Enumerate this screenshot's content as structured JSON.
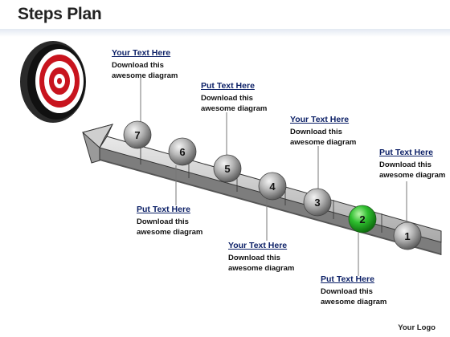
{
  "title": "Steps Plan",
  "logo": "Your Logo",
  "steps": [
    {
      "number": "1",
      "highlighted": false
    },
    {
      "number": "2",
      "highlighted": true
    },
    {
      "number": "3",
      "highlighted": false
    },
    {
      "number": "4",
      "highlighted": false
    },
    {
      "number": "5",
      "highlighted": false
    },
    {
      "number": "6",
      "highlighted": false
    },
    {
      "number": "7",
      "highlighted": false
    }
  ],
  "callouts": [
    {
      "heading": "Your Text Here",
      "body": "Download this awesome diagram"
    },
    {
      "heading": "Put Text Here",
      "body": "Download this awesome diagram"
    },
    {
      "heading": "Your Text Here",
      "body": "Download this awesome diagram"
    },
    {
      "heading": "Put Text Here",
      "body": "Download this awesome diagram"
    },
    {
      "heading": "Put Text Here",
      "body": "Download this awesome diagram"
    },
    {
      "heading": "Your Text Here",
      "body": "Download this awesome diagram"
    },
    {
      "heading": "Put Text Here",
      "body": "Download this awesome diagram"
    }
  ],
  "colors": {
    "heading": "#0b1f66",
    "highlight": "#22aa22",
    "ball": "#9a9a9a",
    "target_red": "#c8141e"
  }
}
